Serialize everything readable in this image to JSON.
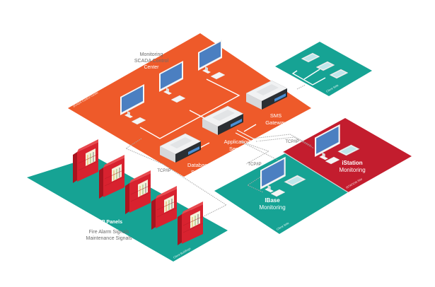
{
  "diagram": {
    "zones": [
      {
        "id": "control-center",
        "label": "SCADA Control Center",
        "color": "#ee5a2a"
      },
      {
        "id": "client-side-mobile",
        "label": "Client Side",
        "color": "#16a394"
      },
      {
        "id": "istation-site",
        "label": "ISTATION Site",
        "color": "#c31d2e"
      },
      {
        "id": "ibase-site",
        "label": "Client Side",
        "color": "#16a394"
      },
      {
        "id": "building-site",
        "label": "Client Buildings",
        "color": "#16a394"
      }
    ],
    "labels": {
      "control_center_line1": "Monitoring",
      "control_center_line2": "SCADA Control",
      "control_center_line3": "Center",
      "sms_gateway_line1": "SMS",
      "sms_gateway_line2": "Gateway",
      "app_server_line1": "Application",
      "app_server_line2": "Server",
      "db_server_line1": "Database",
      "db_server_line2": "Server",
      "istation_title": "iStation",
      "istation_sub": "Monitoring",
      "ibase_title": "IBase",
      "ibase_sub": "Monitoring",
      "fsp_title": "FSP Panels",
      "fsp_line1": "Fire Alarm Signals",
      "fsp_line2": "Maintenance Signals",
      "tcpip_db": "TCP/IP",
      "tcpip_ibase": "TCP/IP",
      "tcpip_istation": "TCP/IP"
    },
    "colors": {
      "orange": "#ee5a2a",
      "teal": "#16a394",
      "crimson": "#c31d2e",
      "panel_red": "#d8222f",
      "screen_blue": "#4b7fc1",
      "server_grey": "#e8e9ea",
      "link_line": "#ffffff",
      "dashed_link": "#a8a8a8"
    },
    "counts": {
      "control_monitors": 3,
      "servers": 3,
      "mobile_devices": 3,
      "fsp_panels": 5
    }
  }
}
